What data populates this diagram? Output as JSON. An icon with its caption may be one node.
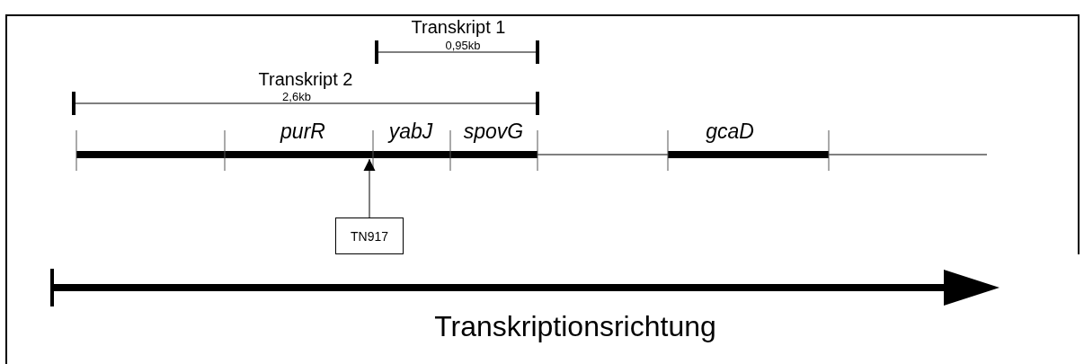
{
  "diagram": {
    "nodes": [
      {
        "text": [
          "TN917"
        ]
      },
      {
        "text": [],
        "shape": "bar"
      }
    ],
    "edges": [
      {
        "from": 0,
        "to": 1,
        "arrow": "to"
      }
    ],
    "labels": [
      "Transkript 1",
      "0,95kb",
      "Transkript 2",
      "2,6kb",
      "purR",
      "yabJ",
      "spovG",
      "gcaD",
      "Transkriptionsrichtung"
    ]
  }
}
